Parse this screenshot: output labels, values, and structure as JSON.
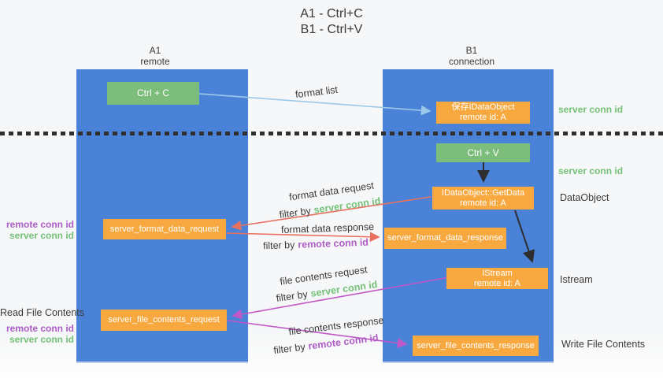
{
  "title": {
    "line1": "A1 - Ctrl+C",
    "line2": "B1 - Ctrl+V"
  },
  "columns": {
    "left": {
      "name": "A1",
      "role": "remote"
    },
    "right": {
      "name": "B1",
      "role": "connection"
    }
  },
  "nodes": {
    "ctrl_c": "Ctrl + C",
    "ctrl_v": "Ctrl + V",
    "save_idataobject": {
      "line1": "保存IDataObject",
      "line2": "remote id: A"
    },
    "getdata": {
      "line1": "IDataObject::GetData",
      "line2": "remote id: A"
    },
    "istream": {
      "line1": "IStream",
      "line2": "remote id: A"
    },
    "format_request": "server_format_data_request",
    "format_response": "server_format_data_response",
    "file_request": "server_file_contents_request",
    "file_response": "server_file_contents_response"
  },
  "arrow_labels": {
    "format_list": "format list",
    "format_data_request": "format data request",
    "format_data_response": "format data response",
    "file_contents_request": "file contents request",
    "file_contents_response": "file contents response",
    "filter_by": "filter by",
    "server_conn_id": "server conn id",
    "remote_conn_id": "remote conn id"
  },
  "side_labels": {
    "server_conn_id": "server conn id",
    "remote_conn_id": "remote conn id",
    "dataobject": "DataObject",
    "istream": "Istream",
    "read_file_contents": "Read File Contents",
    "write_file_contents": "Write File Contents"
  },
  "colors": {
    "lifeline_blue": "#4a82d8",
    "node_green": "#7cbd7c",
    "node_orange": "#f7a940",
    "arrow_light_blue": "#9dc9e9",
    "arrow_red": "#e8705f",
    "arrow_magenta": "#c158c8",
    "arrow_black": "#2e2e2e",
    "label_green": "#74c178",
    "label_purple": "#ad5cc5",
    "text_dark": "#3a3a3a"
  }
}
